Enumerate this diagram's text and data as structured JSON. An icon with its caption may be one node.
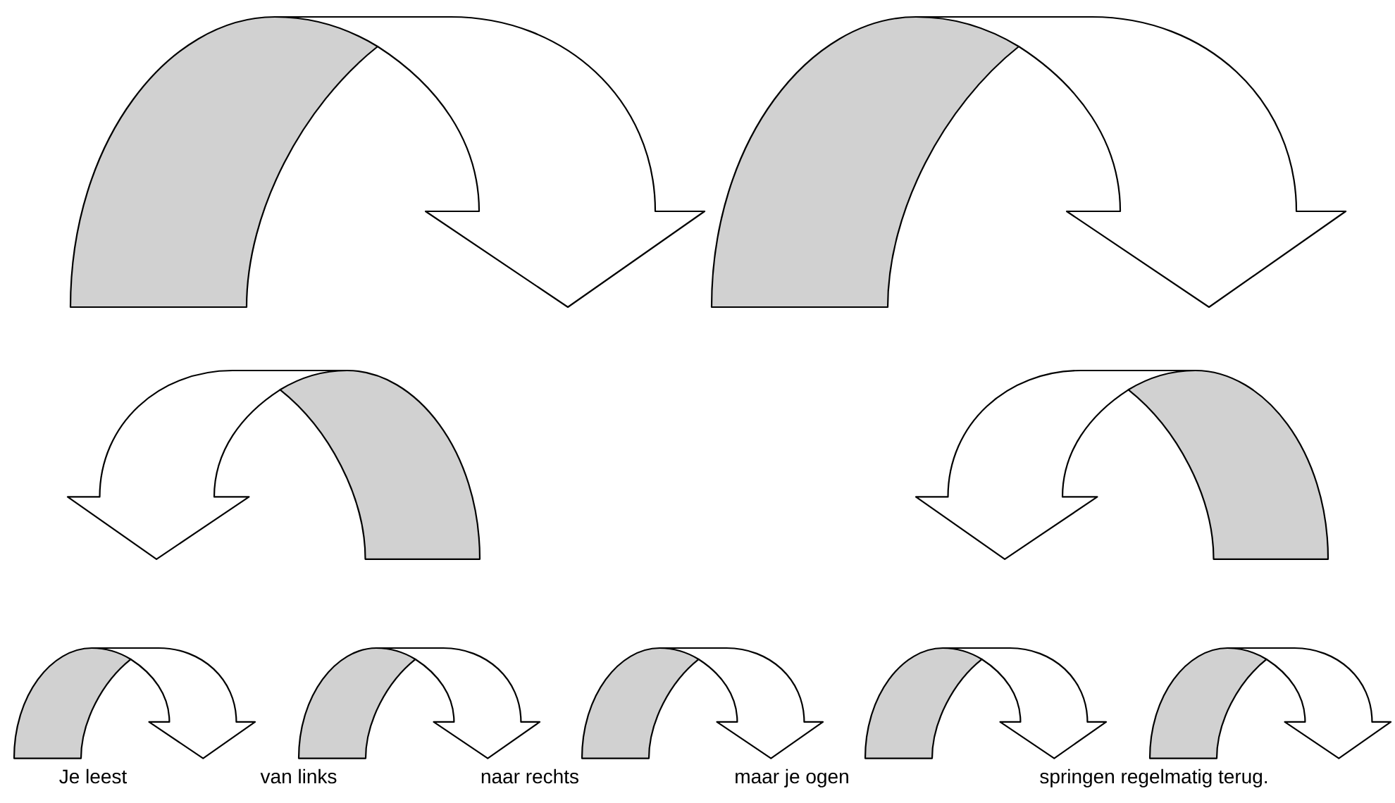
{
  "diagram": {
    "labels": [
      "Je leest",
      "van links",
      "naar rechts",
      "maar je ogen",
      "springen regelmatig terug."
    ]
  }
}
